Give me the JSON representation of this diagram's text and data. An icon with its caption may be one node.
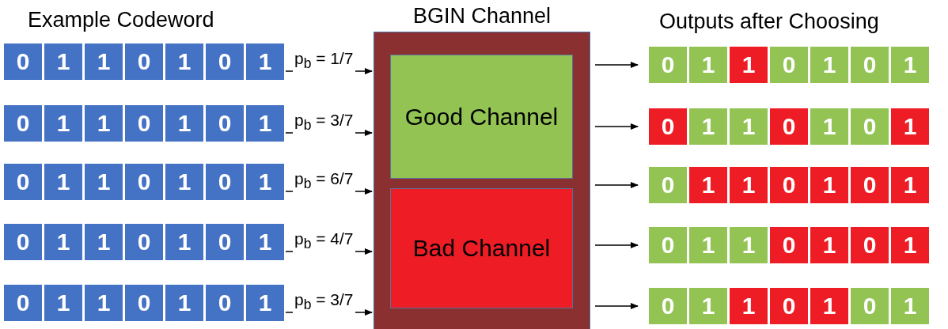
{
  "diagram": {
    "nodes": [
      {
        "text": [
          "BGIN Channel"
        ]
      },
      {
        "text": [
          "Good Channel"
        ],
        "in": 0
      },
      {
        "text": [
          "Bad Channel"
        ],
        "in": 0
      },
      {
        "text": [
          "0",
          "1",
          "1",
          "0",
          "1",
          "0",
          "1"
        ]
      },
      {
        "text": [
          "0",
          "1",
          "1",
          "0",
          "1",
          "0",
          "1"
        ]
      },
      {
        "text": [
          "0",
          "1",
          "1",
          "0",
          "1",
          "0",
          "1"
        ]
      },
      {
        "text": [
          "0",
          "1",
          "1",
          "0",
          "1",
          "0",
          "1"
        ]
      },
      {
        "text": [
          "0",
          "1",
          "1",
          "0",
          "1",
          "0",
          "1"
        ]
      },
      {
        "text": [
          "0",
          "1",
          "1",
          "0",
          "1",
          "0",
          "1"
        ]
      },
      {
        "text": [
          "0",
          "1",
          "1",
          "0",
          "1",
          "0",
          "1"
        ]
      },
      {
        "text": [
          "0",
          "1",
          "1",
          "0",
          "1",
          "0",
          "1"
        ]
      },
      {
        "text": [
          "0",
          "1",
          "1",
          "0",
          "1",
          "0",
          "1"
        ]
      },
      {
        "text": [
          "0",
          "1",
          "1",
          "0",
          "1",
          "0",
          "1"
        ]
      }
    ],
    "edges": [
      {
        "from": 3,
        "to": 0,
        "arrow": "to",
        "label": "p$_{b}$ = 1/7"
      },
      {
        "from": 4,
        "to": 0,
        "arrow": "to",
        "label": "p$_{b}$ = 3/7"
      },
      {
        "from": 5,
        "to": 0,
        "arrow": "to",
        "label": "p$_{b}$ = 6/7"
      },
      {
        "from": 6,
        "to": 0,
        "arrow": "to",
        "label": "p$_{b}$ = 4/7"
      },
      {
        "from": 7,
        "to": 0,
        "arrow": "to",
        "label": "p$_{b}$ = 3/7"
      },
      {
        "from": 0,
        "to": 8,
        "arrow": "to"
      },
      {
        "from": 0,
        "to": 9,
        "arrow": "to"
      },
      {
        "from": 0,
        "to": 10,
        "arrow": "to"
      },
      {
        "from": 0,
        "to": 11,
        "arrow": "to"
      },
      {
        "from": 0,
        "to": 12,
        "arrow": "to"
      }
    ],
    "labels": [
      "Example Codeword",
      "Outputs after Choosing"
    ]
  }
}
